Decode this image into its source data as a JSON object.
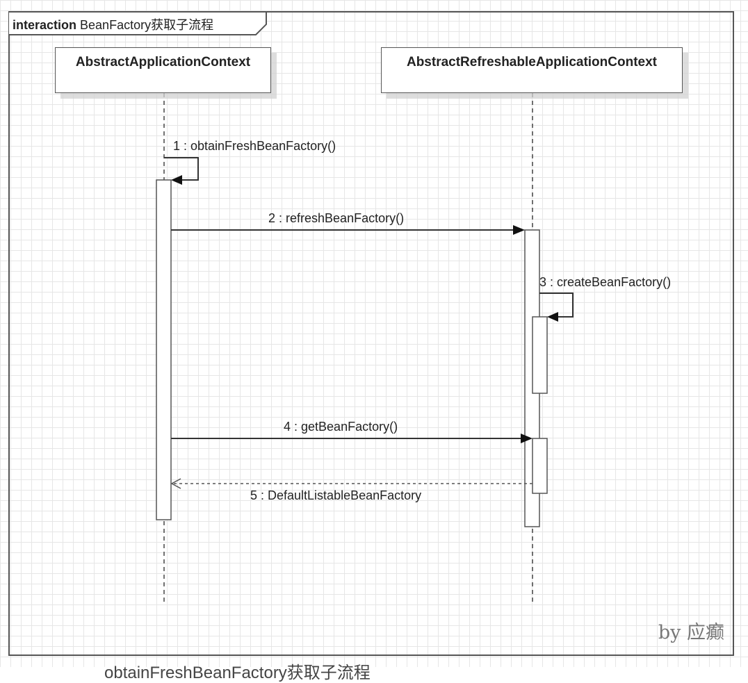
{
  "frame": {
    "keyword": "interaction",
    "title": "BeanFactory获取子流程"
  },
  "lifelines": [
    {
      "name": "AbstractApplicationContext"
    },
    {
      "name": "AbstractRefreshableApplicationContext"
    }
  ],
  "messages": [
    {
      "label": "1 : obtainFreshBeanFactory()",
      "kind": "self-call"
    },
    {
      "label": "2 : refreshBeanFactory()",
      "kind": "call"
    },
    {
      "label": "3 : createBeanFactory()",
      "kind": "self-call"
    },
    {
      "label": "4 : getBeanFactory()",
      "kind": "call"
    },
    {
      "label": "5 : DefaultListableBeanFactory",
      "kind": "return"
    }
  ],
  "signature": "by 应癫",
  "caption": "obtainFreshBeanFactory获取子流程"
}
